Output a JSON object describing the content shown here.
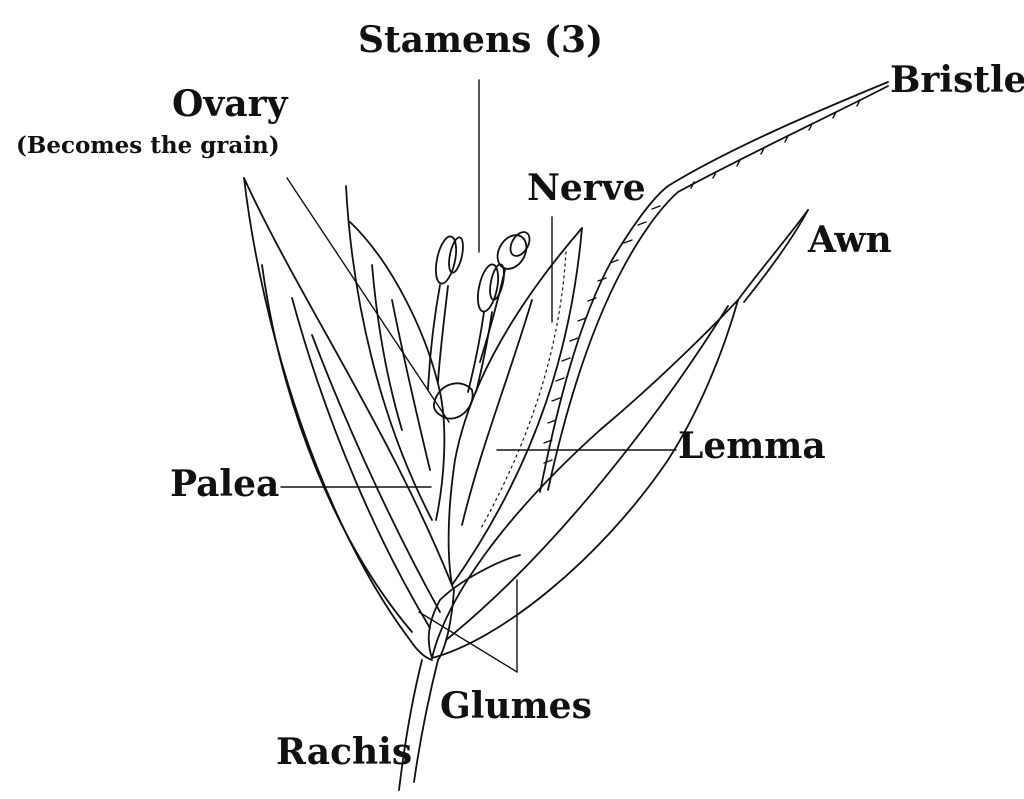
{
  "labels": {
    "stamens": "Stamens (3)",
    "ovary": "Ovary",
    "ovary_note": "(Becomes the grain)",
    "bristle": "Bristle",
    "nerve": "Nerve",
    "awn": "Awn",
    "lemma": "Lemma",
    "palea": "Palea",
    "glumes": "Glumes",
    "rachis": "Rachis"
  },
  "colors": {
    "ink": "#111111",
    "background": "#ffffff"
  }
}
